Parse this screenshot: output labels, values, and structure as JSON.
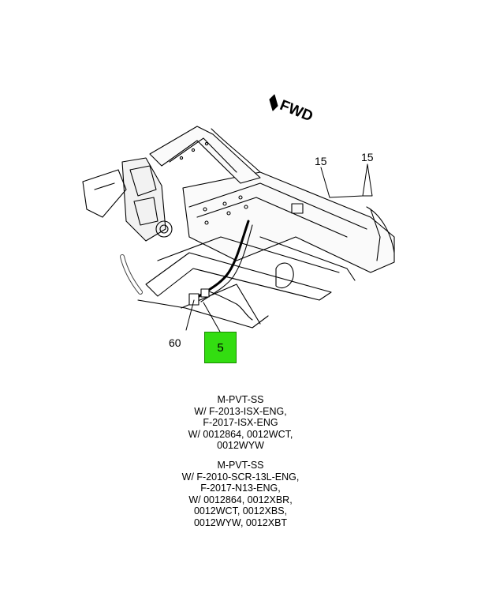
{
  "diagram": {
    "fwd_label": "FWD",
    "callouts": {
      "c15a": "15",
      "c15b": "15",
      "c60": "60"
    },
    "hotspot": {
      "label": "5",
      "color": "#33dd11"
    }
  },
  "notes": [
    {
      "lines": [
        "M-PVT-SS",
        "W/ F-2013-ISX-ENG,",
        "F-2017-ISX-ENG",
        "W/ 0012864, 0012WCT,",
        "0012WYW"
      ]
    },
    {
      "lines": [
        "M-PVT-SS",
        "W/ F-2010-SCR-13L-ENG,",
        "F-2017-N13-ENG,",
        "W/ 0012864, 0012XBR,",
        "0012WCT, 0012XBS,",
        "0012WYW, 0012XBT"
      ]
    }
  ]
}
